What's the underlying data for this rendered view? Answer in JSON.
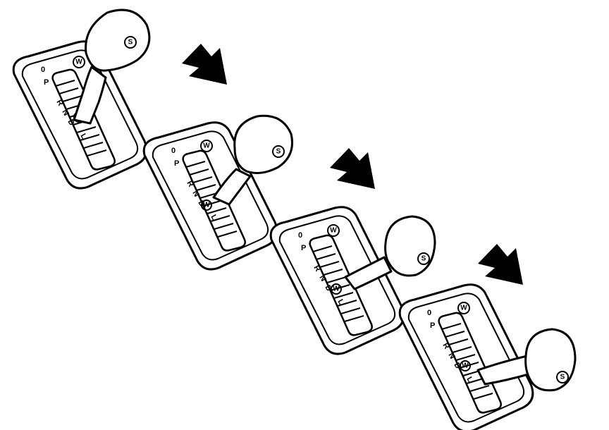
{
  "steps": [
    {
      "gate_labels": [
        "P",
        "R",
        "N",
        "D",
        "L"
      ],
      "top_mark": "0",
      "w_button": "W",
      "s_button": "S",
      "mid_button": "S"
    },
    {
      "gate_labels": [
        "P",
        "R",
        "N",
        "D",
        "L"
      ],
      "top_mark": "0",
      "w_button": "W",
      "s_button": "S",
      "mid_button": "W"
    },
    {
      "gate_labels": [
        "P",
        "R",
        "N",
        "D",
        "L"
      ],
      "top_mark": "0",
      "w_button": "W",
      "s_button": "S",
      "mid_button": "W"
    },
    {
      "gate_labels": [
        "P",
        "R",
        "N",
        "D",
        "L"
      ],
      "top_mark": "0",
      "w_button": "W",
      "s_button": "S",
      "mid_button": "W"
    }
  ],
  "arrows": [
    {
      "icon": "arrow-down-right-icon"
    },
    {
      "icon": "arrow-down-right-icon"
    },
    {
      "icon": "arrow-down-right-icon"
    }
  ]
}
